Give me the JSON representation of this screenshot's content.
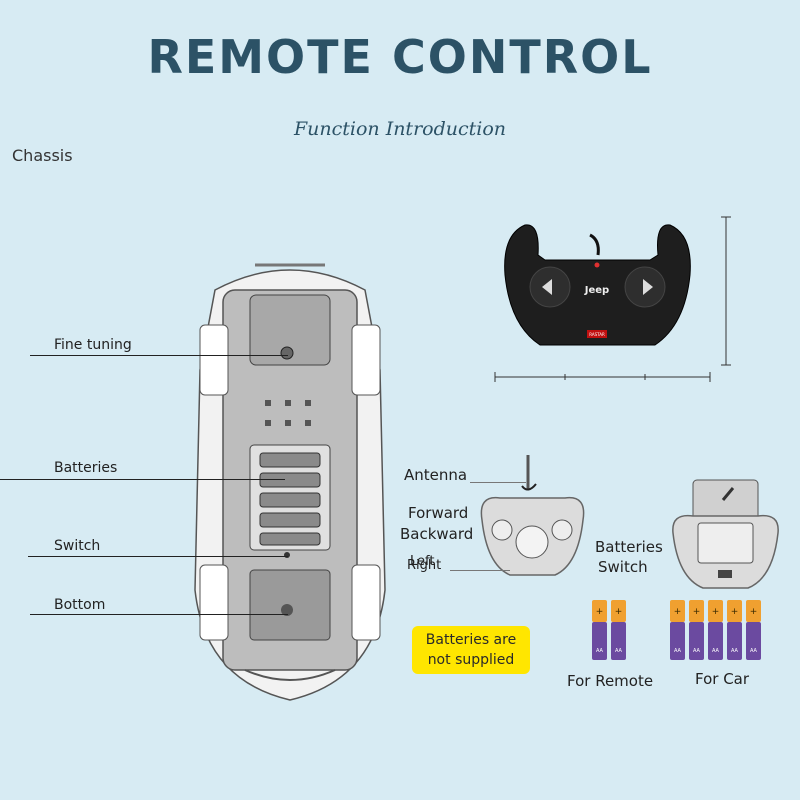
{
  "header": {
    "title": "REMOTE CONTROL",
    "subtitle": "Function Introduction"
  },
  "chassis": {
    "label": "Chassis",
    "callouts": [
      "Fine tuning",
      "Batteries",
      "Switch",
      "Bottom"
    ]
  },
  "remote": {
    "logo": "Jeep",
    "brand": "RASTAR",
    "labels": {
      "antenna": "Antenna",
      "forward": "Forward",
      "backward": "Backward",
      "left": "Left",
      "right": "Right",
      "batteries": "Batteries",
      "switch": "Switch"
    }
  },
  "notice": {
    "line1": "Batteries are",
    "line2": "not supplied"
  },
  "batteries": {
    "remote_caption": "For Remote",
    "car_caption": "For Car",
    "remote_count": 2,
    "car_count": 5,
    "cell_text": "AA"
  },
  "colors": {
    "background": "#d7ebf3",
    "title": "#2c5266",
    "notice": "#ffe600",
    "battery_top": "#f0a030",
    "battery_body": "#6b4aa0"
  }
}
